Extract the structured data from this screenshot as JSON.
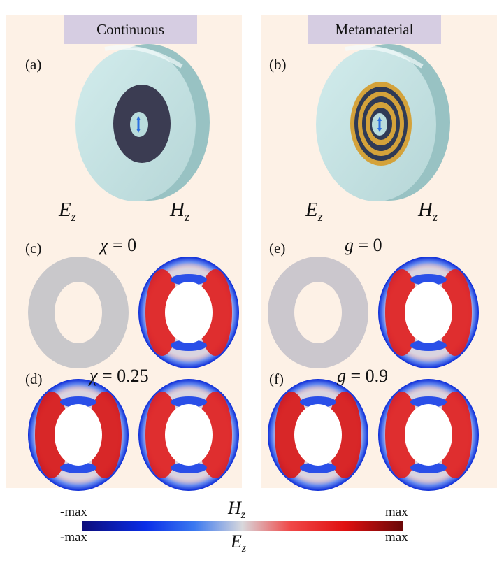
{
  "headers": {
    "left": "Continuous",
    "right": "Metamaterial"
  },
  "panel_labels": {
    "a": "(a)",
    "b": "(b)",
    "c": "(c)",
    "d": "(d)",
    "e": "(e)",
    "f": "(f)"
  },
  "field_labels": {
    "left_e": "E",
    "left_e_sub": "z",
    "left_h": "H",
    "left_h_sub": "z",
    "right_e": "E",
    "right_e_sub": "z",
    "right_h": "H",
    "right_h_sub": "z"
  },
  "params": {
    "c": {
      "var": "χ",
      "rel": " = 0"
    },
    "d": {
      "var": "χ",
      "rel": " = 0.25"
    },
    "e": {
      "var": "g",
      "rel": " = 0"
    },
    "f": {
      "var": "g",
      "rel": " = 0.9"
    }
  },
  "colorbar": {
    "top_left": "-max",
    "top_right": "max",
    "bottom_left": "-max",
    "bottom_right": "max",
    "top_field": "H",
    "top_field_sub": "z",
    "bottom_field": "E",
    "bottom_field_sub": "z",
    "colors": [
      "#0c0c7a",
      "#0a2ee8",
      "#3a78f0",
      "#d8d8dc",
      "#f04848",
      "#e01010",
      "#6a0808"
    ]
  },
  "colors": {
    "panel_bg": "#fdf1e6",
    "header_bg": "#d6cde2",
    "disk": "#c5e3e4",
    "ring_dark": "#3b3c52",
    "ring_gold": "#d4a23a",
    "zero_field": "#c9c8cb"
  }
}
